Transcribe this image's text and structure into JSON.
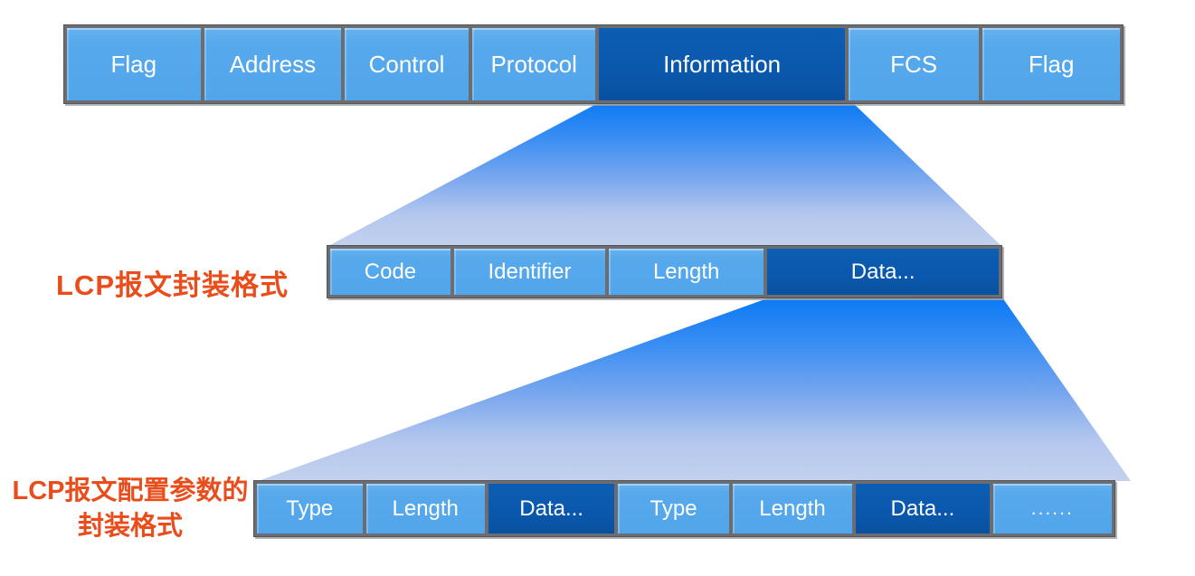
{
  "diagram": {
    "title_implied": "PPP frame / LCP packet encapsulation",
    "colors": {
      "background": "#ffffff",
      "cell_light_blue": "#55a8ec",
      "cell_dark_blue": "#0a58ad",
      "frame_gray": "#6b6d70",
      "beam_gradient_top": "#0b79f4",
      "beam_gradient_bottom": "#c3d1ee",
      "label_red": "#e94d1b",
      "cell_text": "#ffffff"
    },
    "ppp_frame_row": {
      "cells": [
        {
          "label": "Flag",
          "variant": "light"
        },
        {
          "label": "Address",
          "variant": "light"
        },
        {
          "label": "Control",
          "variant": "light"
        },
        {
          "label": "Protocol",
          "variant": "light"
        },
        {
          "label": "Information",
          "variant": "dark"
        },
        {
          "label": "FCS",
          "variant": "light"
        },
        {
          "label": "Flag",
          "variant": "light"
        }
      ]
    },
    "lcp_packet_row": {
      "side_label": "LCP报文封装格式",
      "cells": [
        {
          "label": "Code",
          "variant": "light"
        },
        {
          "label": "Identifier",
          "variant": "light"
        },
        {
          "label": "Length",
          "variant": "light"
        },
        {
          "label": "Data...",
          "variant": "dark"
        }
      ]
    },
    "lcp_option_row": {
      "side_label_line1": "LCP报文配置参数的",
      "side_label_line2": "封装格式",
      "cells": [
        {
          "label": "Type",
          "variant": "light"
        },
        {
          "label": "Length",
          "variant": "light"
        },
        {
          "label": "Data...",
          "variant": "dark"
        },
        {
          "label": "Type",
          "variant": "light"
        },
        {
          "label": "Length",
          "variant": "light"
        },
        {
          "label": "Data...",
          "variant": "dark"
        },
        {
          "label": "......",
          "variant": "light"
        }
      ]
    }
  }
}
